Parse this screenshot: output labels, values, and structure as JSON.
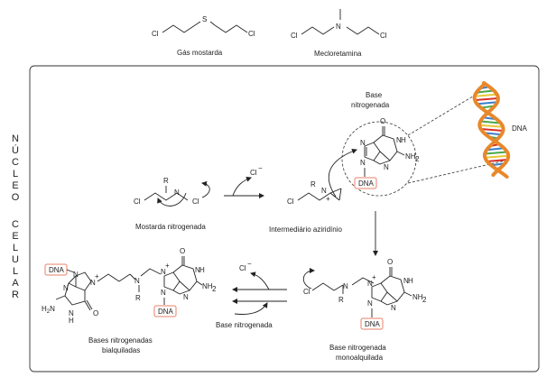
{
  "top": {
    "mustard_gas_label": "Gás mostarda",
    "mechlorethamine_label": "Mecloretamina"
  },
  "side_label_word1": "NÚCLEO",
  "side_label_word2": "CELULAR",
  "atoms": {
    "cl": "Cl",
    "s": "S",
    "n": "N",
    "r": "R",
    "o": "O",
    "h": "H",
    "nh2": "NH",
    "two": "2",
    "cl_minus": "Cl",
    "minus": "−",
    "plus": "+"
  },
  "labels": {
    "nitrogen_mustard": "Mostarda nitrogenada",
    "aziridinium": "Intermediário aziridínio",
    "base_title_line1": "Base",
    "base_title_line2": "nitrogenada",
    "dna_label": "DNA",
    "dna_tag": "DNA",
    "base_arrow": "Base nitrogenada",
    "mono_line1": "Base nitrogenada",
    "mono_line2": "monoalquilada",
    "bis_line1": "Bases nitrogenadas",
    "bis_line2": "bialquiladas"
  },
  "colors": {
    "dna_tag_border": "#e8826a",
    "helix_orange": "#e8882a",
    "rung_red": "#d8302a",
    "rung_blue": "#3a7fd0",
    "rung_green": "#4aa84a",
    "rung_yellow": "#e8c838"
  }
}
